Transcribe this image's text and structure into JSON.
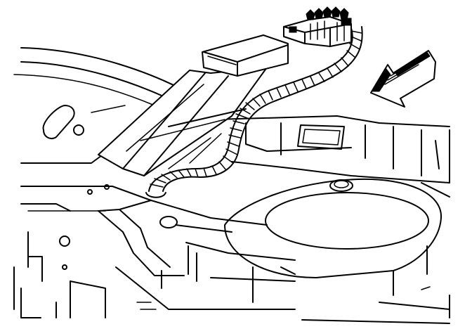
{
  "figure": {
    "background_color": "#ffffff",
    "line_color": "#000000",
    "style": "monochrome line drawing",
    "components": [
      "rear-shelf-panel",
      "wiring-harness-conduit",
      "electrical-connector",
      "control-module",
      "mounting-bracket",
      "speaker-opening",
      "direction-arrow"
    ]
  }
}
